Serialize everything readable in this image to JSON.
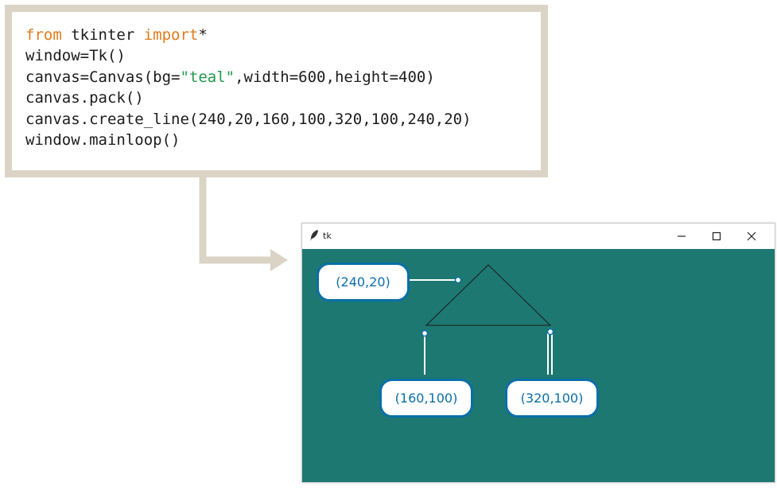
{
  "code": {
    "lines": [
      [
        {
          "t": "from",
          "c": "kw"
        },
        {
          "t": " tkinter ",
          "c": ""
        },
        {
          "t": "import",
          "c": "kw"
        },
        {
          "t": "*",
          "c": ""
        }
      ],
      [
        {
          "t": "window=Tk()",
          "c": ""
        }
      ],
      [
        {
          "t": "canvas=Canvas(bg=",
          "c": ""
        },
        {
          "t": "\"teal\"",
          "c": "str"
        },
        {
          "t": ",width=600,height=400)",
          "c": ""
        }
      ],
      [
        {
          "t": "canvas.pack()",
          "c": ""
        }
      ],
      [
        {
          "t": "canvas.create_line(240,20,160,100,320,100,240,20)",
          "c": ""
        }
      ],
      [
        {
          "t": "window.mainloop()",
          "c": ""
        }
      ]
    ]
  },
  "window": {
    "title": "tk",
    "canvas_bg": "#1d7872",
    "controls": {
      "minimize": "minimize-icon",
      "maximize": "maximize-icon",
      "close": "close-icon"
    }
  },
  "labels": {
    "top": "(240,20)",
    "left": "(160,100)",
    "right": "(320,100)"
  },
  "colors": {
    "keyword": "#e07b1c",
    "string": "#1f9a48",
    "callout": "#0a6ea8",
    "frame": "#dbd4c6"
  }
}
